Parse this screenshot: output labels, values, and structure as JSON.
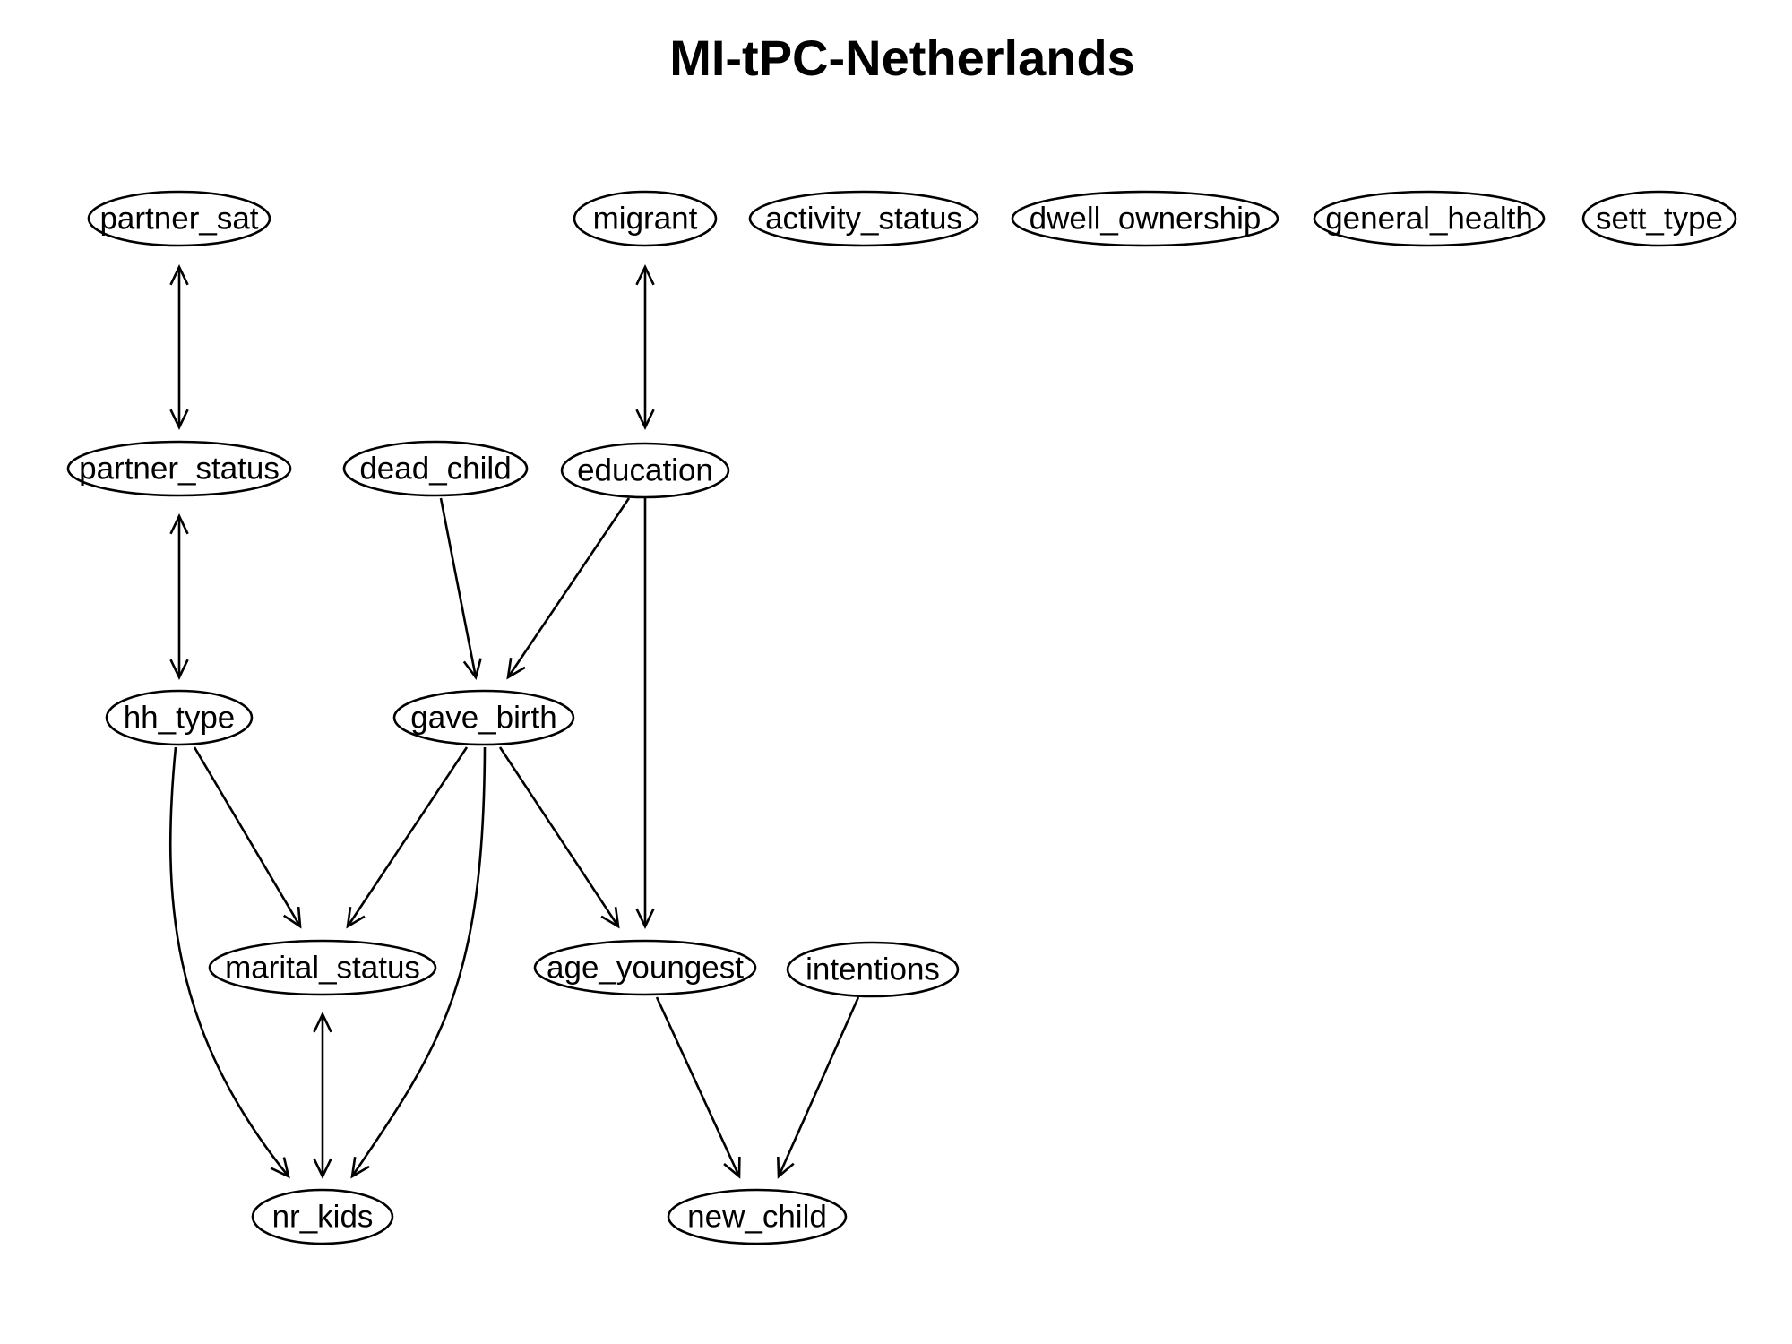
{
  "title": "MI-tPC-Netherlands",
  "nodes": [
    {
      "id": "partner_sat",
      "label": "partner_sat"
    },
    {
      "id": "migrant",
      "label": "migrant"
    },
    {
      "id": "activity_status",
      "label": "activity_status"
    },
    {
      "id": "dwell_ownership",
      "label": "dwell_ownership"
    },
    {
      "id": "general_health",
      "label": "general_health"
    },
    {
      "id": "sett_type",
      "label": "sett_type"
    },
    {
      "id": "partner_status",
      "label": "partner_status"
    },
    {
      "id": "dead_child",
      "label": "dead_child"
    },
    {
      "id": "education",
      "label": "education"
    },
    {
      "id": "hh_type",
      "label": "hh_type"
    },
    {
      "id": "gave_birth",
      "label": "gave_birth"
    },
    {
      "id": "marital_status",
      "label": "marital_status"
    },
    {
      "id": "age_youngest",
      "label": "age_youngest"
    },
    {
      "id": "intentions",
      "label": "intentions"
    },
    {
      "id": "nr_kids",
      "label": "nr_kids"
    },
    {
      "id": "new_child",
      "label": "new_child"
    }
  ],
  "edges": [
    {
      "from": "partner_sat",
      "to": "partner_status",
      "type": "bidirected"
    },
    {
      "from": "migrant",
      "to": "education",
      "type": "bidirected"
    },
    {
      "from": "partner_status",
      "to": "hh_type",
      "type": "bidirected"
    },
    {
      "from": "dead_child",
      "to": "gave_birth",
      "type": "directed"
    },
    {
      "from": "education",
      "to": "gave_birth",
      "type": "directed"
    },
    {
      "from": "education",
      "to": "age_youngest",
      "type": "directed"
    },
    {
      "from": "hh_type",
      "to": "marital_status",
      "type": "directed"
    },
    {
      "from": "hh_type",
      "to": "nr_kids",
      "type": "directed"
    },
    {
      "from": "gave_birth",
      "to": "marital_status",
      "type": "directed"
    },
    {
      "from": "gave_birth",
      "to": "nr_kids",
      "type": "directed"
    },
    {
      "from": "gave_birth",
      "to": "age_youngest",
      "type": "directed"
    },
    {
      "from": "marital_status",
      "to": "nr_kids",
      "type": "bidirected"
    },
    {
      "from": "age_youngest",
      "to": "new_child",
      "type": "directed"
    },
    {
      "from": "intentions",
      "to": "new_child",
      "type": "directed"
    }
  ]
}
